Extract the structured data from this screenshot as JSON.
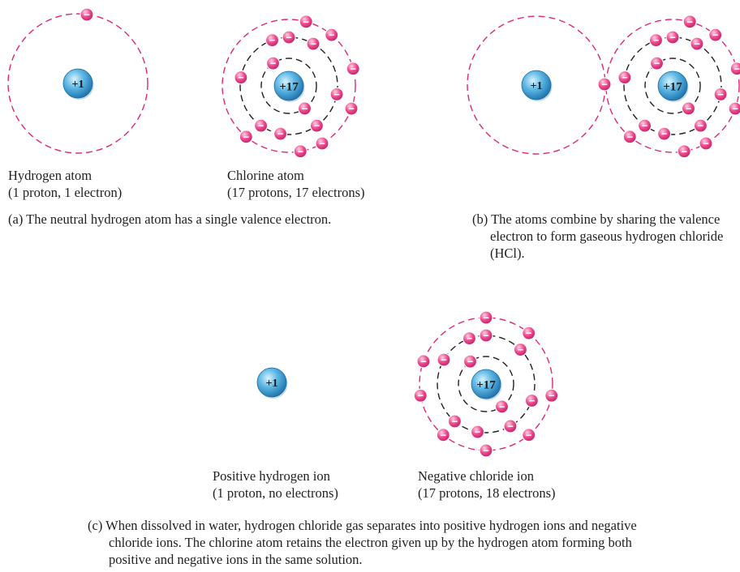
{
  "nucleus_labels": {
    "hydrogen": "+1",
    "chlorine": "+17"
  },
  "electron_symbol": "−",
  "colors": {
    "valence_shell": "#e0267c",
    "inner_shell": "#231f20",
    "electron": "#ef3f8a",
    "nucleus": "#3aa0d6"
  },
  "labels": {
    "hydrogen_atom": "Hydrogen atom",
    "hydrogen_atom_detail": "(1 proton, 1 electron)",
    "chlorine_atom": "Chlorine atom",
    "chlorine_atom_detail": "(17 protons, 17 electrons)",
    "hydrogen_ion": "Positive hydrogen ion",
    "hydrogen_ion_detail": "(1 proton, no electrons)",
    "chloride_ion": "Negative chloride ion",
    "chloride_ion_detail": "(17 protons, 18 electrons)"
  },
  "captions": {
    "a": "(a) The neutral hydrogen atom has a single valence electron.",
    "b": "(b) The atoms combine by sharing the valence electron to form gaseous hydrogen chloride (HCl).",
    "c": "(c) When dissolved in water, hydrogen chloride gas separates into positive hydrogen ions and negative chloride ions. The chlorine atom retains the electron given up by the hydrogen atom forming both positive and negative ions in the same solution."
  }
}
